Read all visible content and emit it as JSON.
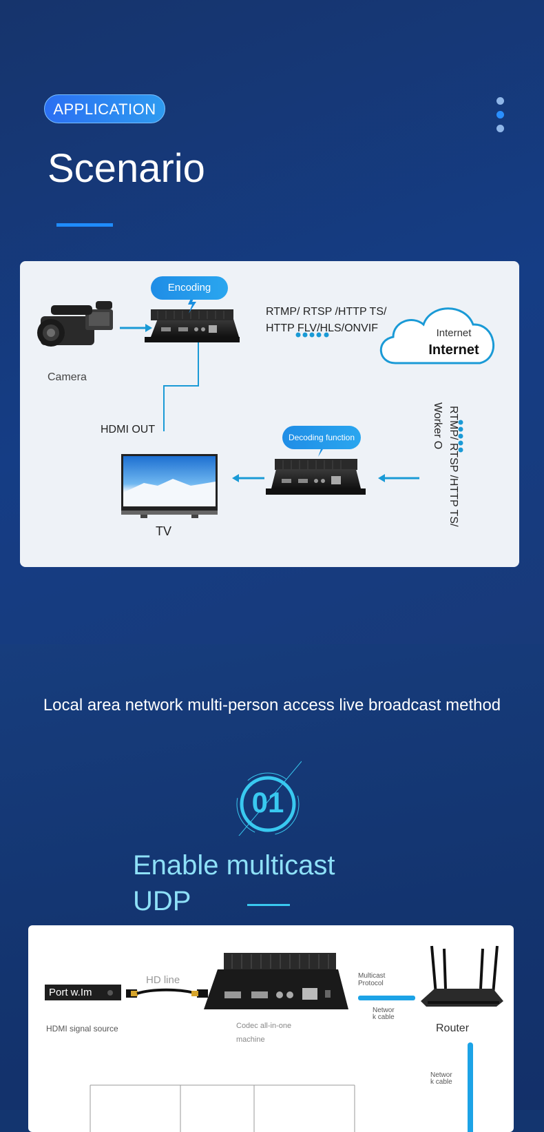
{
  "header": {
    "badge": "APPLICATION",
    "title": "Scenario"
  },
  "diagram1": {
    "encoding_label": "Encoding",
    "protocols_line1": "RTMP/ RTSP /HTTP TS/",
    "protocols_line2": "HTTP FLV/HLS/ONVIF",
    "internet_small": "Internet",
    "internet_big": "Internet",
    "camera_label": "Camera",
    "hdmi_out_label": "HDMI OUT",
    "decoding_label": "Decoding function",
    "vertical_protocols": "RTMP/ RTSP /HTTP TS/",
    "vertical_worker": "Worker O",
    "tv_label": "TV"
  },
  "section2": {
    "subtitle": "Local area network multi-person access live broadcast method",
    "number": "01",
    "title_line1": "Enable multicast",
    "title_line2": "UDP"
  },
  "diagram2": {
    "port_label": "Port w.Im",
    "hd_line": "HD line",
    "hdmi_source": "HDMI signal source",
    "codec_line1": "Codec all-in-one",
    "codec_line2": "machine",
    "multicast_line1": "Multicast",
    "multicast_line2": "Protocol",
    "network_cable_a1": "Networ",
    "network_cable_a2": "k cable",
    "router_label": "Router",
    "network_cable_b1": "Networ",
    "network_cable_b2": "k cable"
  },
  "colors": {
    "accent": "#1f8cff",
    "cyan": "#1a9ad6",
    "title_cyan": "#8ee0f7"
  }
}
